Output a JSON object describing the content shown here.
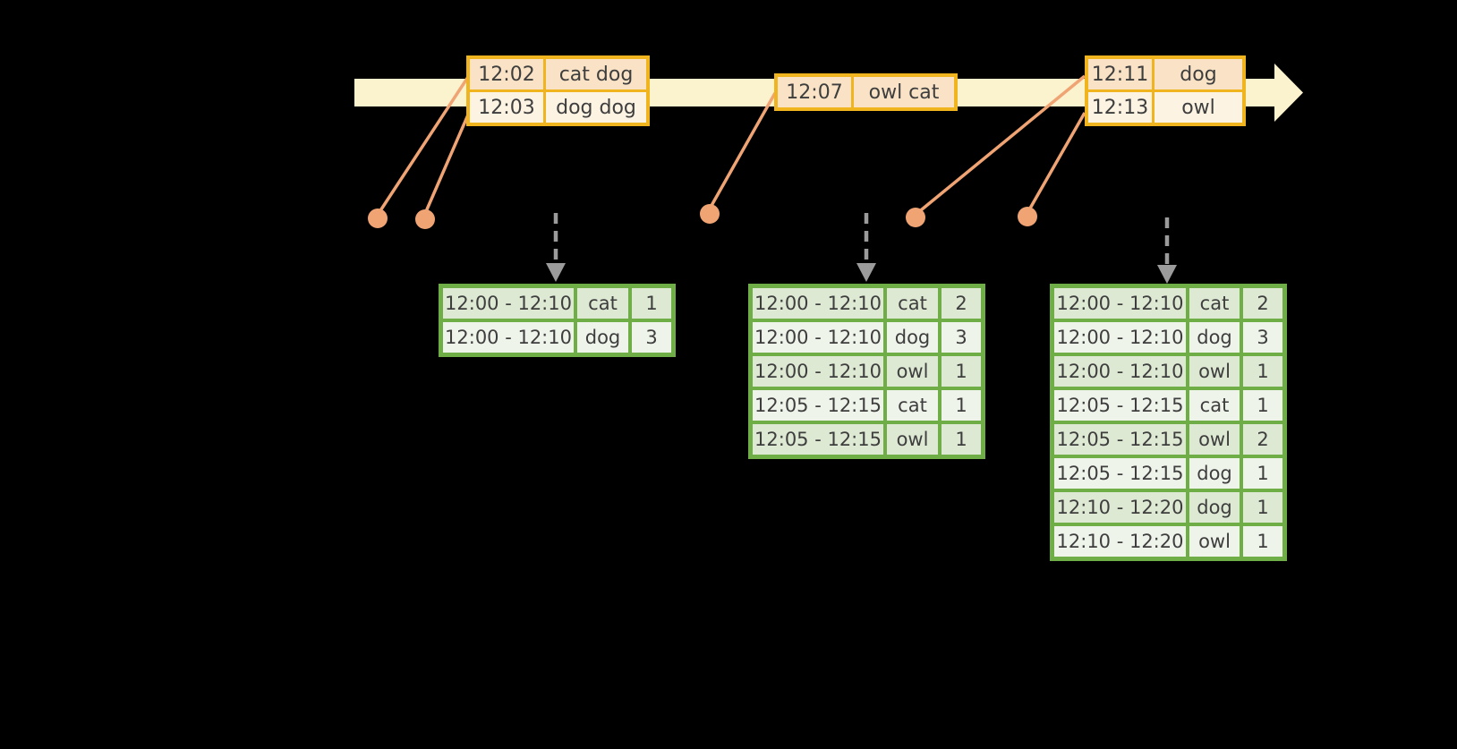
{
  "colors": {
    "background": "#000000",
    "timeline_fill": "#FBF2CE",
    "event_border": "#EFB41E",
    "event_row_dark": "#F9E2C5",
    "event_row_light": "#FCF3E3",
    "marker": "#F0A474",
    "trigger_arrow": "#9B9B9B",
    "result_border": "#6FAE47",
    "result_row_dark": "#DDE9D3",
    "result_row_light": "#EFF4EB",
    "text": "#3E3E3E"
  },
  "event_tables": [
    {
      "rows": [
        {
          "time": "12:02",
          "words": "cat dog"
        },
        {
          "time": "12:03",
          "words": "dog dog"
        }
      ]
    },
    {
      "rows": [
        {
          "time": "12:07",
          "words": "owl cat"
        }
      ]
    },
    {
      "rows": [
        {
          "time": "12:11",
          "words": "dog"
        },
        {
          "time": "12:13",
          "words": "owl"
        }
      ]
    }
  ],
  "result_tables": [
    {
      "rows": [
        {
          "window": "12:00 - 12:10",
          "word": "cat",
          "count": "1"
        },
        {
          "window": "12:00 - 12:10",
          "word": "dog",
          "count": "3"
        }
      ]
    },
    {
      "rows": [
        {
          "window": "12:00 - 12:10",
          "word": "cat",
          "count": "2"
        },
        {
          "window": "12:00 - 12:10",
          "word": "dog",
          "count": "3"
        },
        {
          "window": "12:00 - 12:10",
          "word": "owl",
          "count": "1"
        },
        {
          "window": "12:05 - 12:15",
          "word": "cat",
          "count": "1"
        },
        {
          "window": "12:05 - 12:15",
          "word": "owl",
          "count": "1"
        }
      ]
    },
    {
      "rows": [
        {
          "window": "12:00 - 12:10",
          "word": "cat",
          "count": "2"
        },
        {
          "window": "12:00 - 12:10",
          "word": "dog",
          "count": "3"
        },
        {
          "window": "12:00 - 12:10",
          "word": "owl",
          "count": "1"
        },
        {
          "window": "12:05 - 12:15",
          "word": "cat",
          "count": "1"
        },
        {
          "window": "12:05 - 12:15",
          "word": "owl",
          "count": "2"
        },
        {
          "window": "12:05 - 12:15",
          "word": "dog",
          "count": "1"
        },
        {
          "window": "12:10 - 12:20",
          "word": "dog",
          "count": "1"
        },
        {
          "window": "12:10 - 12:20",
          "word": "owl",
          "count": "1"
        }
      ]
    }
  ]
}
